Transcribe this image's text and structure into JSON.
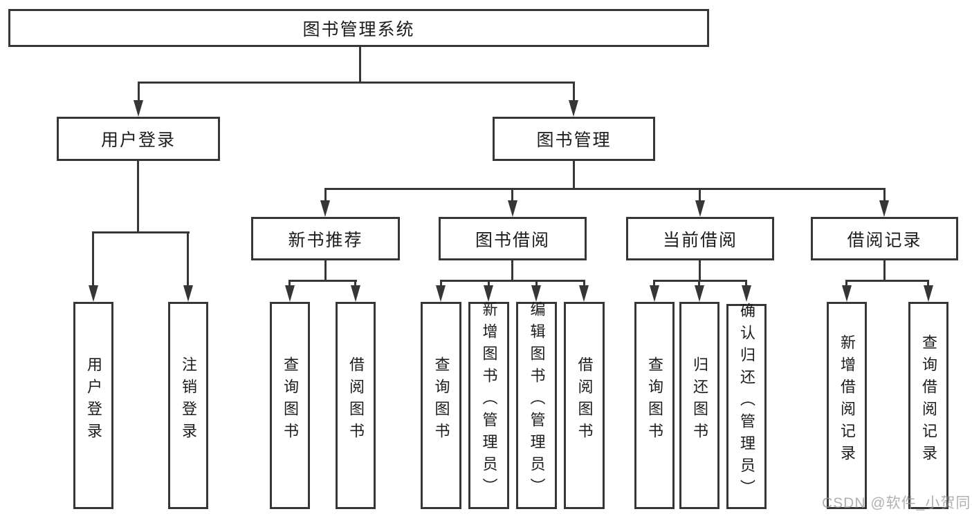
{
  "diagram": {
    "title": "图书管理系统",
    "branches": [
      {
        "label": "用户登录",
        "leaves": [
          "用户登录",
          "注销登录"
        ]
      },
      {
        "label": "图书管理",
        "sections": [
          {
            "label": "新书推荐",
            "leaves": [
              "查询图书",
              "借阅图书"
            ]
          },
          {
            "label": "图书借阅",
            "leaves": [
              "查询图书",
              "新增图书（管理员）",
              "编辑图书（管理员）",
              "借阅图书"
            ]
          },
          {
            "label": "当前借阅",
            "leaves": [
              "查询图书",
              "归还图书",
              "确认归还（管理员）"
            ]
          },
          {
            "label": "借阅记录",
            "leaves": [
              "新增借阅记录",
              "查询借阅记录"
            ]
          }
        ]
      }
    ]
  },
  "watermark": {
    "text": "CSDN @软件_小贺同学"
  },
  "colors": {
    "line": "#363636",
    "text": "#1c1c1c",
    "watermark": "#969696",
    "background": "#ffffff"
  }
}
